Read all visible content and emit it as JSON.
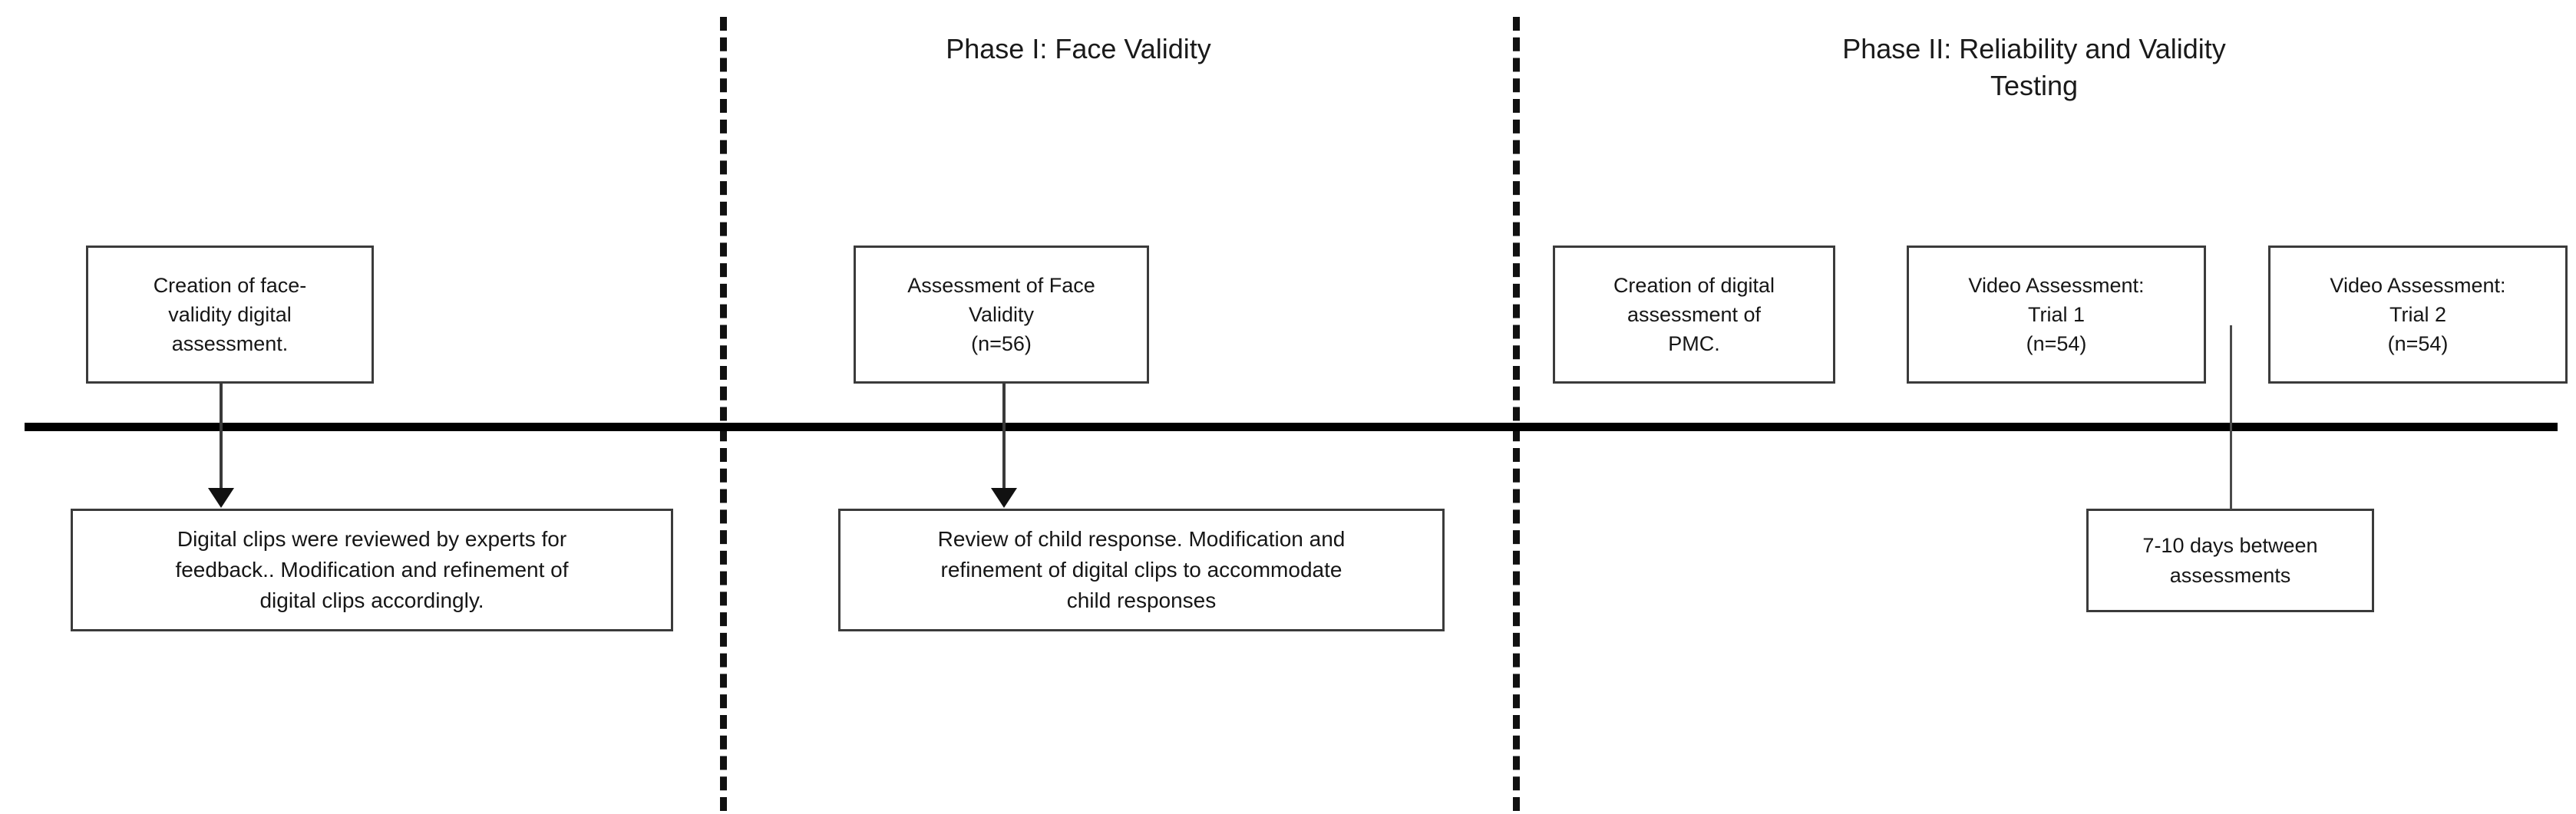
{
  "figure": {
    "type": "timeline-flow-diagram",
    "background_color": "#ffffff",
    "line_color": "#000000",
    "box_border_color": "#3b3b3b",
    "text_color": "#161616"
  },
  "phases": [
    {
      "id": "phase-1",
      "heading": "Phase I: Face Validity"
    },
    {
      "id": "phase-2",
      "heading": "Phase II: Reliability and Validity\nTesting"
    }
  ],
  "above_boxes": [
    {
      "id": "creation-face-validity",
      "text": "Creation of face-\nvalidity digital\nassessment."
    },
    {
      "id": "assessment-face-validity",
      "text": "Assessment of Face\nValidity\n(n=56)"
    },
    {
      "id": "creation-digital-pmc",
      "text": "Creation of digital\nassessment of\nPMC."
    },
    {
      "id": "video-assessment-trial-1",
      "text": "Video Assessment:\nTrial 1\n(n=54)"
    },
    {
      "id": "video-assessment-trial-2",
      "text": "Video Assessment:\nTrial 2\n(n=54)"
    }
  ],
  "below_boxes": [
    {
      "id": "expert-review-feedback",
      "text": "Digital clips were reviewed by experts for\nfeedback.. Modification and refinement of\ndigital clips accordingly."
    },
    {
      "id": "review-child-response",
      "text": "Review of child response. Modification and\nrefinement of digital clips to accommodate\nchild responses"
    },
    {
      "id": "days-between-assessments",
      "text": "7-10 days between\nassessments"
    }
  ],
  "connectors": [
    {
      "id": "arrow-creation-to-expert-review",
      "style": "arrow"
    },
    {
      "id": "arrow-assessment-to-child-review",
      "style": "arrow"
    },
    {
      "id": "line-trials-to-days-between",
      "style": "plain-line"
    }
  ]
}
